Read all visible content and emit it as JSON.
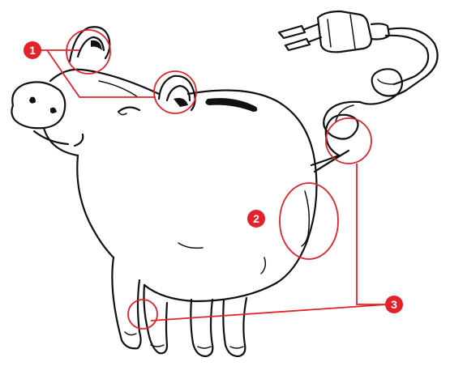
{
  "colors": {
    "accent": "#e3222a",
    "ink": "#111111",
    "background": "#ffffff"
  },
  "callouts": [
    {
      "label": "1"
    },
    {
      "label": "2"
    },
    {
      "label": "3"
    }
  ]
}
